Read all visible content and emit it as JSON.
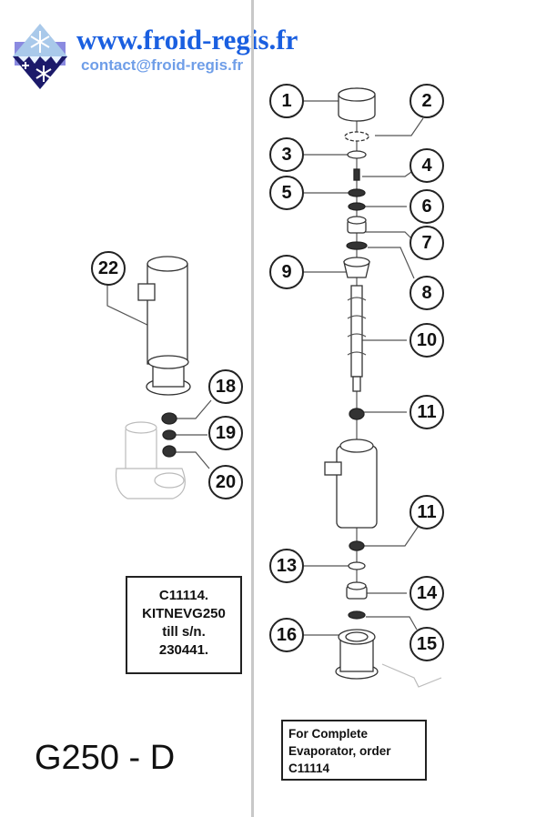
{
  "header": {
    "website": "www.froid-regis.fr",
    "email": "contact@froid-regis.fr",
    "logo_icon": "snowflake-diamond-logo-icon"
  },
  "diagram": {
    "model": "G250 - D",
    "kit_note": {
      "lines": [
        "C11114.",
        "KITNEVG250",
        "till s/n.",
        "230441."
      ]
    },
    "order_note": {
      "lines": [
        "For Complete",
        "Evaporator, order",
        "C11114"
      ]
    },
    "right_callouts": [
      "1",
      "2",
      "3",
      "4",
      "5",
      "6",
      "7",
      "8",
      "9",
      "10",
      "11",
      "11",
      "13",
      "14",
      "15",
      "16"
    ],
    "left_callouts": [
      "22",
      "18",
      "19",
      "20"
    ],
    "colors": {
      "url": "#1a5fe0",
      "email": "#6f9ee8",
      "divider": "#c8c8c8"
    }
  }
}
